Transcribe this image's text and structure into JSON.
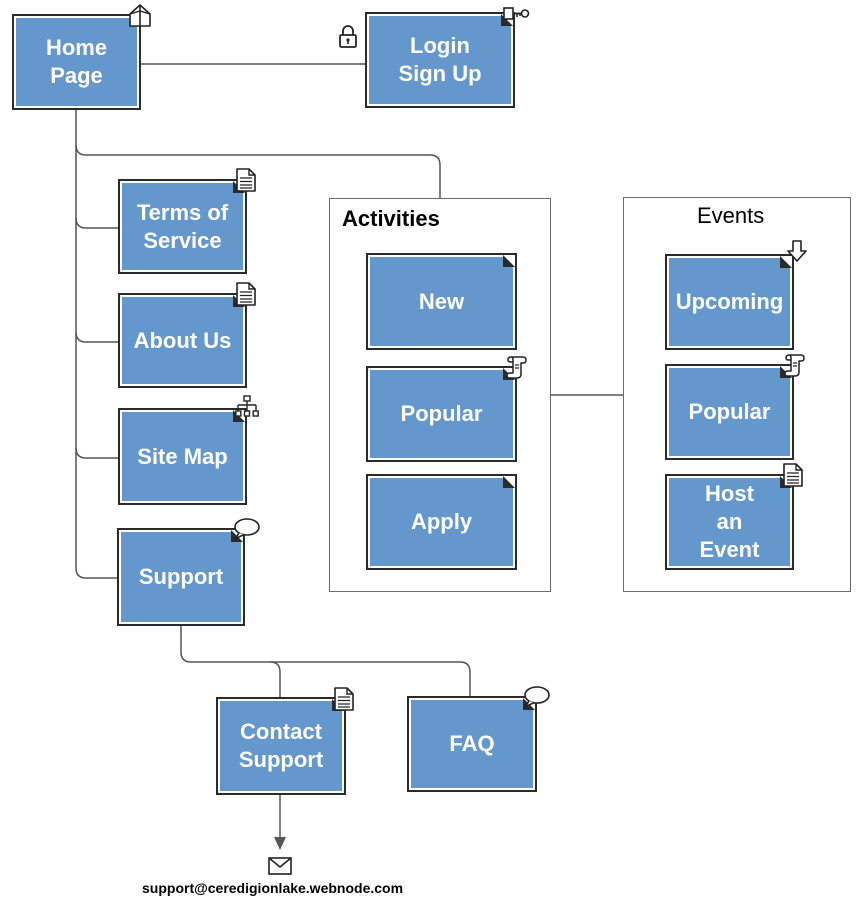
{
  "colors": {
    "node_fill": "#6497cb",
    "node_border": "#2b2b2b",
    "line": "#555555"
  },
  "nodes": {
    "home_page": "Home\nPage",
    "login": "Login\nSign Up",
    "terms": "Terms of\nService",
    "about": "About Us",
    "sitemap": "Site Map",
    "support": "Support",
    "contact": "Contact\nSupport",
    "faq": "FAQ"
  },
  "activities": {
    "title": "Activities",
    "items": [
      "New",
      "Popular",
      "Apply"
    ]
  },
  "events": {
    "title": "Events",
    "items": [
      "Upcoming",
      "Popular",
      "Host\nan\nEvent"
    ]
  },
  "icons": {
    "home_page": "house-icon",
    "login": "key-icon",
    "lock": "lock-icon",
    "terms": "document-icon",
    "about": "document-icon",
    "sitemap": "sitemap-icon",
    "support": "speech-bubble-icon",
    "contact": "document-icon",
    "faq": "speech-bubble-icon",
    "popular_activity": "scroll-icon",
    "upcoming": "down-arrow-icon",
    "popular_event": "scroll-icon",
    "host_event": "document-icon",
    "email": "envelope-icon"
  },
  "email": "support@ceredigionlake.webnode.com"
}
